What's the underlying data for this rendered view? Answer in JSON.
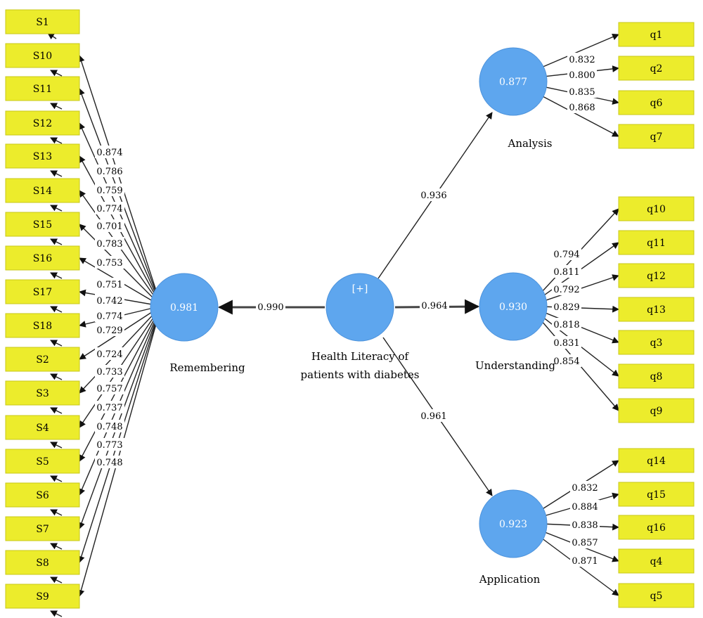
{
  "central": {
    "value": "[+]",
    "label_line1": "Health Literacy of",
    "label_line2": "patients with diabetes"
  },
  "constructs": {
    "remembering": {
      "value": "0.981",
      "label": "Remembering",
      "path": "0.990"
    },
    "analysis": {
      "value": "0.877",
      "label": "Analysis",
      "path": "0.936"
    },
    "understanding": {
      "value": "0.930",
      "label": "Understanding",
      "path": "0.964"
    },
    "application": {
      "value": "0.923",
      "label": "Application",
      "path": "0.961"
    }
  },
  "remembering_items": [
    {
      "name": "S1",
      "loading": ""
    },
    {
      "name": "S10",
      "loading": "0.874"
    },
    {
      "name": "S11",
      "loading": "0.786"
    },
    {
      "name": "S12",
      "loading": "0.759"
    },
    {
      "name": "S13",
      "loading": "0.774"
    },
    {
      "name": "S14",
      "loading": "0.701"
    },
    {
      "name": "S15",
      "loading": "0.783"
    },
    {
      "name": "S16",
      "loading": "0.753"
    },
    {
      "name": "S17",
      "loading": "0.751"
    },
    {
      "name": "S18",
      "loading": "0.742"
    },
    {
      "name": "S2",
      "loading": "0.774"
    },
    {
      "name": "S3",
      "loading": "0.729"
    },
    {
      "name": "S4",
      "loading": "0.724"
    },
    {
      "name": "S5",
      "loading": "0.733"
    },
    {
      "name": "S6",
      "loading": "0.757"
    },
    {
      "name": "S7",
      "loading": "0.737"
    },
    {
      "name": "S8",
      "loading": "0.748"
    },
    {
      "name": "S9",
      "loading": "0.773"
    }
  ],
  "remembering_extra_loading": "0.748",
  "analysis_items": [
    {
      "name": "q1",
      "loading": "0.832"
    },
    {
      "name": "q2",
      "loading": "0.800"
    },
    {
      "name": "q6",
      "loading": "0.835"
    },
    {
      "name": "q7",
      "loading": "0.868"
    }
  ],
  "understanding_items": [
    {
      "name": "q10",
      "loading": "0.794"
    },
    {
      "name": "q11",
      "loading": "0.811"
    },
    {
      "name": "q12",
      "loading": "0.792"
    },
    {
      "name": "q13",
      "loading": "0.829"
    },
    {
      "name": "q3",
      "loading": "0.818"
    },
    {
      "name": "q8",
      "loading": "0.831"
    },
    {
      "name": "q9",
      "loading": "0.854"
    }
  ],
  "application_items": [
    {
      "name": "q14",
      "loading": "0.832"
    },
    {
      "name": "q15",
      "loading": "0.884"
    },
    {
      "name": "q16",
      "loading": "0.838"
    },
    {
      "name": "q4",
      "loading": "0.857"
    },
    {
      "name": "q5",
      "loading": "0.871"
    }
  ],
  "colors": {
    "box": "#ecec2c",
    "circle": "#5ea6ee"
  }
}
